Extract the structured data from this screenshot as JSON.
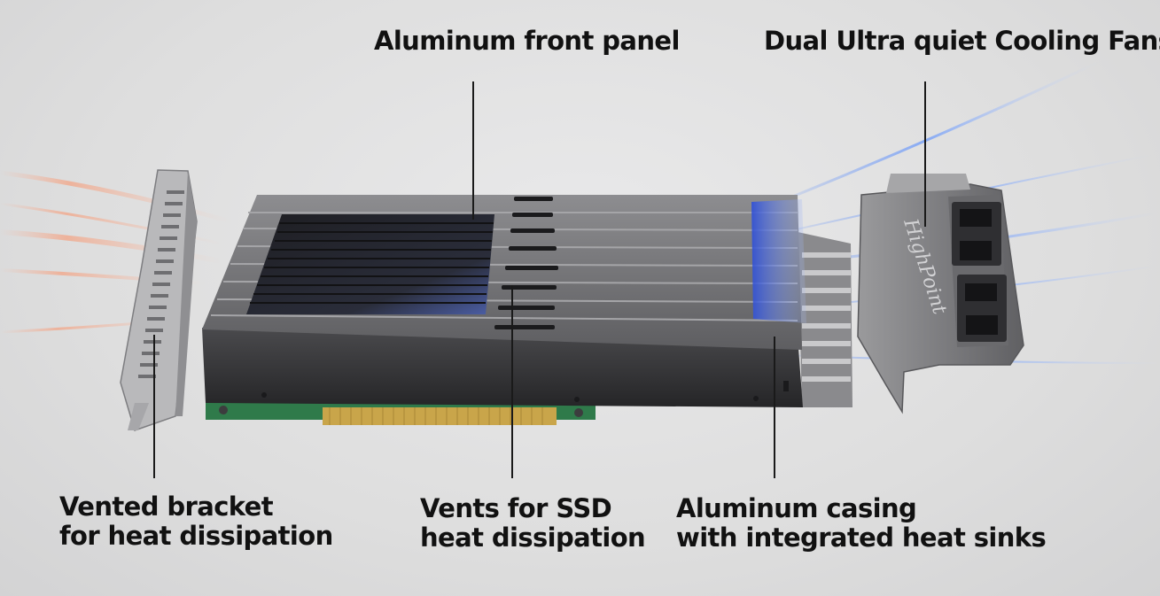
{
  "callouts": {
    "front_panel": {
      "lines": [
        "Aluminum front panel"
      ]
    },
    "fans": {
      "lines": [
        "Dual Ultra quiet Cooling Fans"
      ]
    },
    "bracket": {
      "lines": [
        "Vented bracket",
        "for heat dissipation"
      ]
    },
    "vents": {
      "lines": [
        "Vents for SSD",
        "heat dissipation"
      ]
    },
    "casing": {
      "lines": [
        "Aluminum casing",
        "with integrated heat sinks"
      ]
    }
  },
  "product": {
    "fan_logo": "HighPoint"
  },
  "colors": {
    "label_text": "#111111",
    "leader_line": "#1a1a1a",
    "casing_dark": "#3a3a3c",
    "casing_light": "#7a7a7d",
    "pcb_green": "#2f7a4a",
    "gold_contacts": "#c9a54a",
    "warm_airflow": "#f08a6a",
    "cool_airflow": "#5a8cf0"
  }
}
